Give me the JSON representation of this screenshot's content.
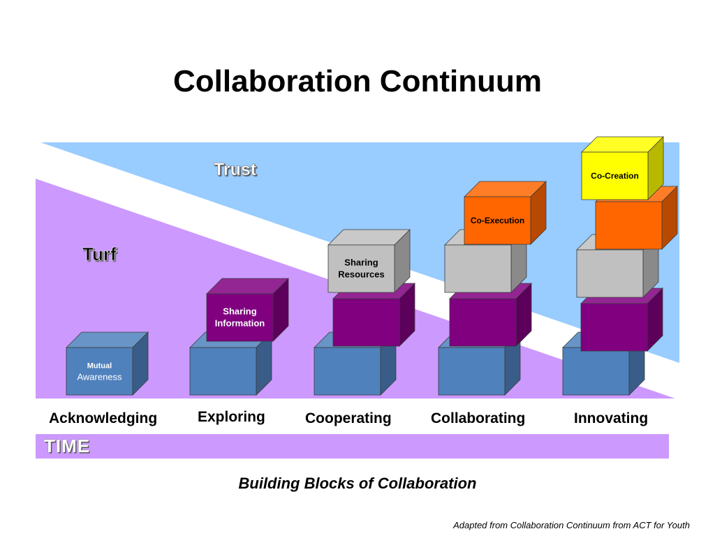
{
  "slide": {
    "title": "Collaboration Continuum",
    "subtitle": "Building Blocks of Collaboration",
    "source_note": "Adapted from Collaboration Continuum from ACT for Youth"
  },
  "regions": {
    "trust_label": "Trust",
    "turf_label": "Turf",
    "trust_color": "#99ccff",
    "turf_color": "#cc99ff"
  },
  "stages": [
    {
      "label": "Acknowledging"
    },
    {
      "label": "Exploring"
    },
    {
      "label": "Cooperating"
    },
    {
      "label": "Collaborating"
    },
    {
      "label": "Innovating"
    }
  ],
  "blocks": {
    "mutual_awareness": {
      "line1": "Mutual",
      "line2": "Awareness",
      "color": "#4f81bd"
    },
    "sharing_information": {
      "line1": "Sharing",
      "line2": "Information",
      "color": "#800080"
    },
    "sharing_resources": {
      "line1": "Sharing",
      "line2": "Resources",
      "color": "#c0c0c0"
    },
    "co_execution": {
      "line1": "Co-Execution",
      "color": "#ff6600"
    },
    "co_creation": {
      "line1": "Co-Creation",
      "color": "#ffff00"
    }
  },
  "time_bar": {
    "label": "TIME"
  }
}
